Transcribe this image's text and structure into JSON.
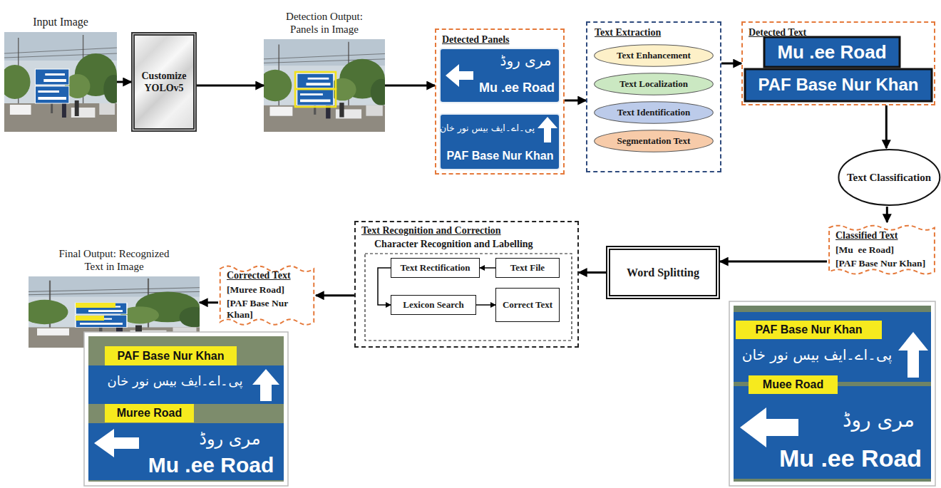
{
  "diagram": {
    "nodes": [
      {
        "text": [
          "Input Image"
        ]
      },
      {
        "text": [
          "Customize YOLOv5"
        ]
      },
      {
        "text": [
          "Detection Output: Panels in Image"
        ]
      },
      {
        "text": [
          "Detected Panels"
        ]
      },
      {
        "text": [
          "Text Extraction"
        ]
      },
      {
        "text": [
          "Text Enhancement"
        ],
        "in": 4
      },
      {
        "text": [
          "Text Localization"
        ],
        "in": 4
      },
      {
        "text": [
          "Text Identification"
        ],
        "in": 4
      },
      {
        "text": [
          "Segmentation Text"
        ],
        "in": 4
      },
      {
        "text": [
          "Detected Text"
        ]
      },
      {
        "text": [
          "Text Classification"
        ]
      },
      {
        "text": [
          "Classified Text",
          "[Mu  ee Road]",
          "[PAF Base Nur Khan]"
        ]
      },
      {
        "text": [
          "Word Splitting"
        ]
      },
      {
        "text": [
          "Text Recognition and Correction",
          "Character Recognition and Labelling"
        ]
      },
      {
        "text": [
          "Text Rectification"
        ],
        "in": 13
      },
      {
        "text": [
          "Text File"
        ],
        "in": 13
      },
      {
        "text": [
          "Lexicon Search"
        ],
        "in": 13
      },
      {
        "text": [
          "Correct Text"
        ],
        "in": 13
      },
      {
        "text": [
          "Corrected Text",
          "[Muree Road]",
          "[PAF Base Nur Khan]"
        ]
      },
      {
        "text": [
          "Final Output: Recognized Text in Image"
        ]
      }
    ],
    "edges": [
      {
        "from": 0,
        "to": 1,
        "arrow": "to"
      },
      {
        "from": 1,
        "to": 2,
        "arrow": "to"
      },
      {
        "from": 2,
        "to": 3,
        "arrow": "to"
      },
      {
        "from": 3,
        "to": 4,
        "arrow": "to"
      },
      {
        "from": 4,
        "to": 9,
        "arrow": "to"
      },
      {
        "from": 9,
        "to": 10,
        "arrow": "to"
      },
      {
        "from": 10,
        "to": 11,
        "arrow": "to"
      },
      {
        "from": 11,
        "to": 12,
        "arrow": "to"
      },
      {
        "from": 12,
        "to": 13,
        "arrow": "to"
      },
      {
        "from": 15,
        "to": 14,
        "arrow": "to"
      },
      {
        "from": 14,
        "to": 16,
        "arrow": "to"
      },
      {
        "from": 16,
        "to": 17,
        "arrow": "to"
      },
      {
        "from": 13,
        "to": 18,
        "arrow": "to"
      },
      {
        "from": 18,
        "to": 19,
        "arrow": "to"
      }
    ],
    "labels": [
      "مری روڈ",
      "Mu .ee Road",
      "پی۔اے۔ایف بیس نور خان",
      "PAF Base Nur Khan",
      "Mu .ee Road",
      "PAF Base Nur Khan",
      "PAF Base Nur Khan",
      "پی۔اے۔ایف بیس نور خان",
      "Muee Road",
      "مری روڈ",
      "Mu .ee Road",
      "PAF Base Nur Khan",
      "پی۔اے۔ایف بیس نور خان",
      "Muree Road",
      "مری روڈ",
      "Mu .ee Road"
    ]
  }
}
